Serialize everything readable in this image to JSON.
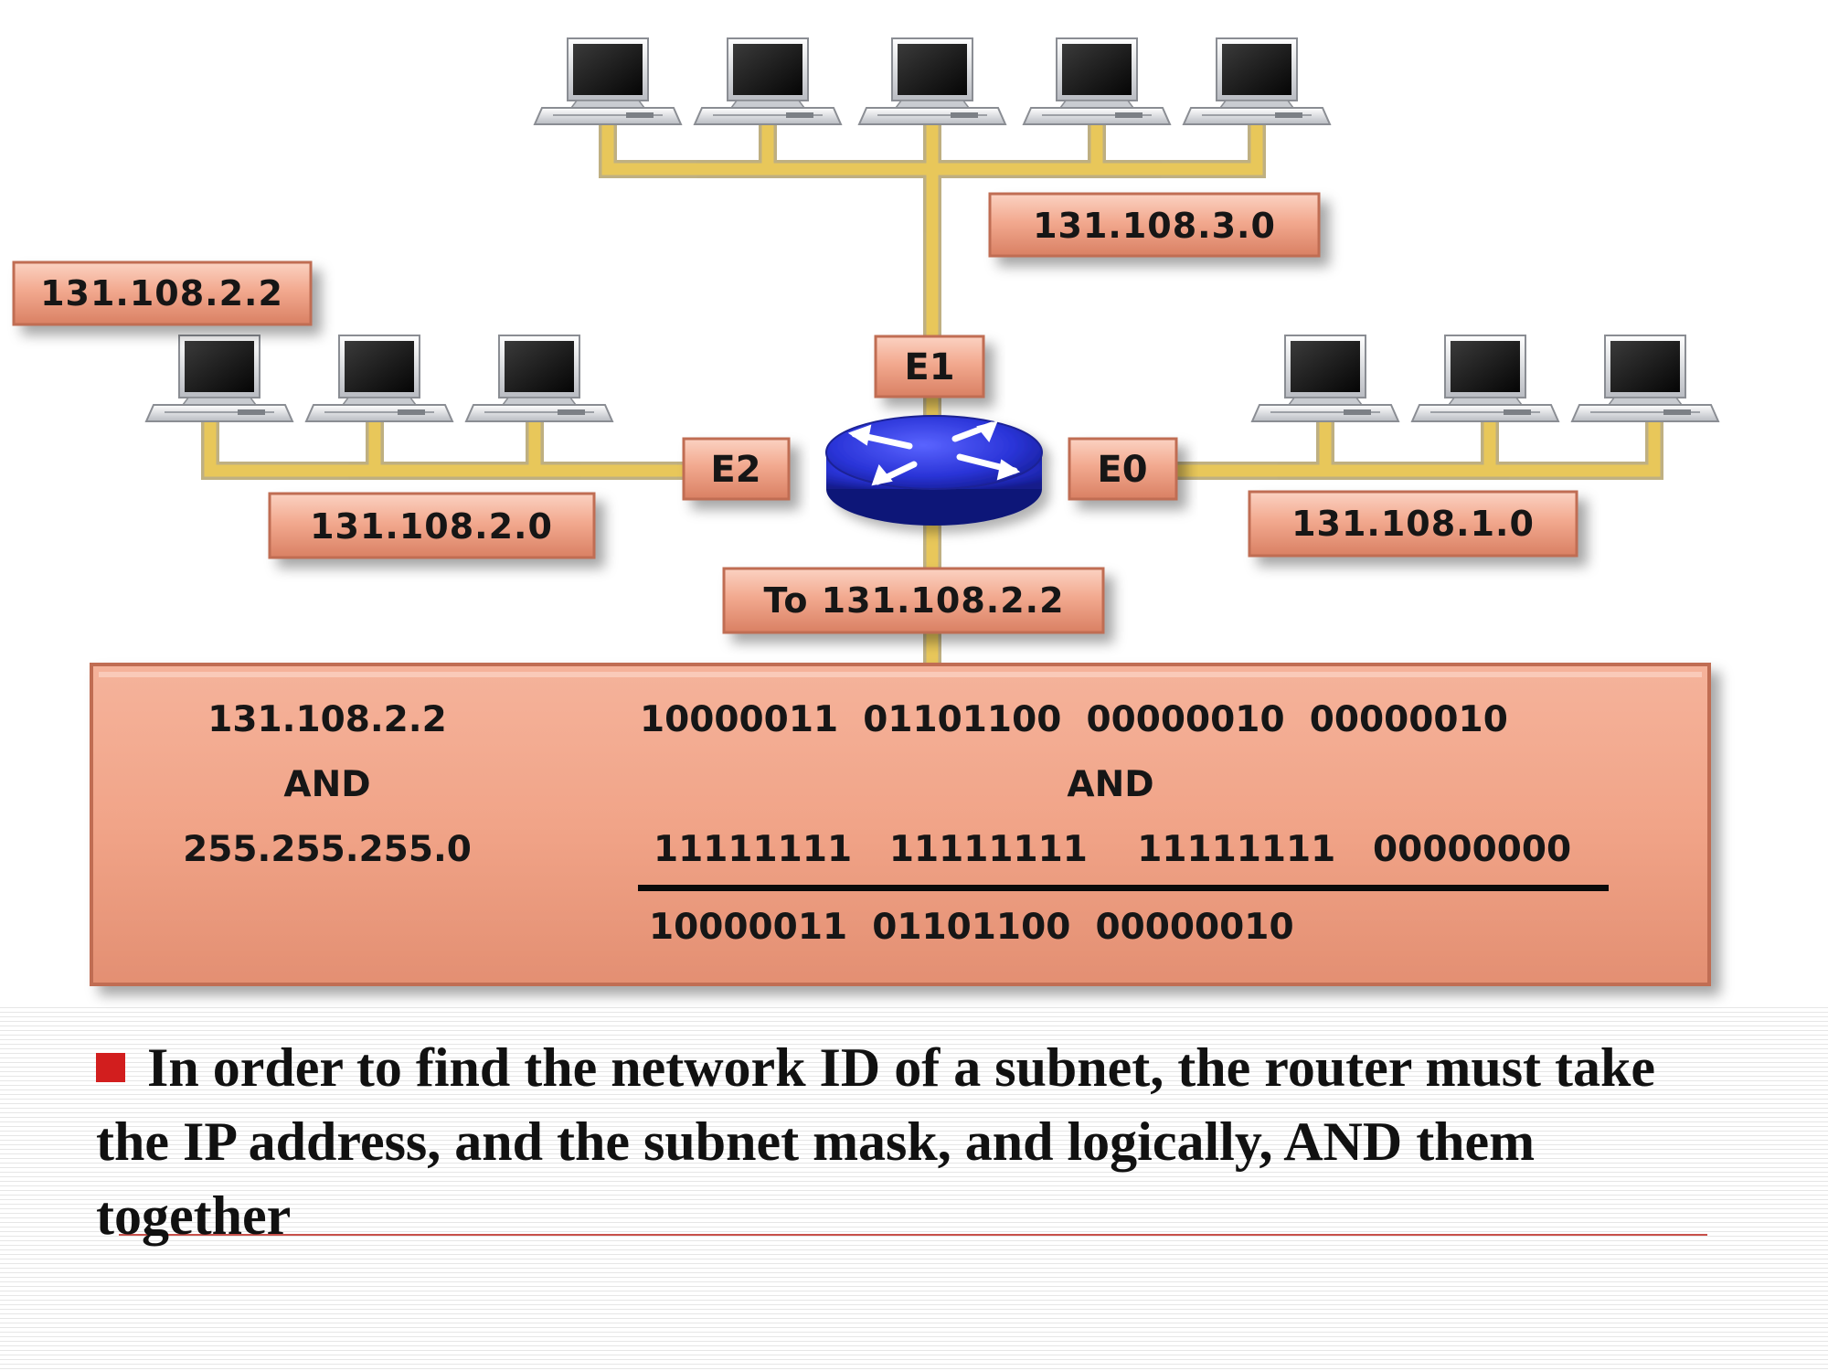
{
  "diagram": {
    "labels": {
      "net3": "131.108.3.0",
      "host": "131.108.2.2",
      "net2": "131.108.2.0",
      "net1": "131.108.1.0",
      "dest": "To 131.108.2.2"
    },
    "ports": {
      "e1": "E1",
      "e2": "E2",
      "e0": "E0"
    },
    "calculation": {
      "ip": "131.108.2.2",
      "and_left": "AND",
      "mask": "255.255.255.0",
      "ip_binary": "10000011  01101100  00000010  00000010",
      "and_right": "AND",
      "mask_binary": "11111111   11111111    11111111   00000000",
      "result_binary": "10000011  01101100  00000010"
    },
    "colors": {
      "label_fill": "#f2a98f",
      "cable": "#d8b64a",
      "router": "#2a34d8"
    }
  },
  "caption": {
    "text": "In order to find the network ID of a subnet, the router must take the IP address, and the subnet mask, and logically, AND them together"
  }
}
